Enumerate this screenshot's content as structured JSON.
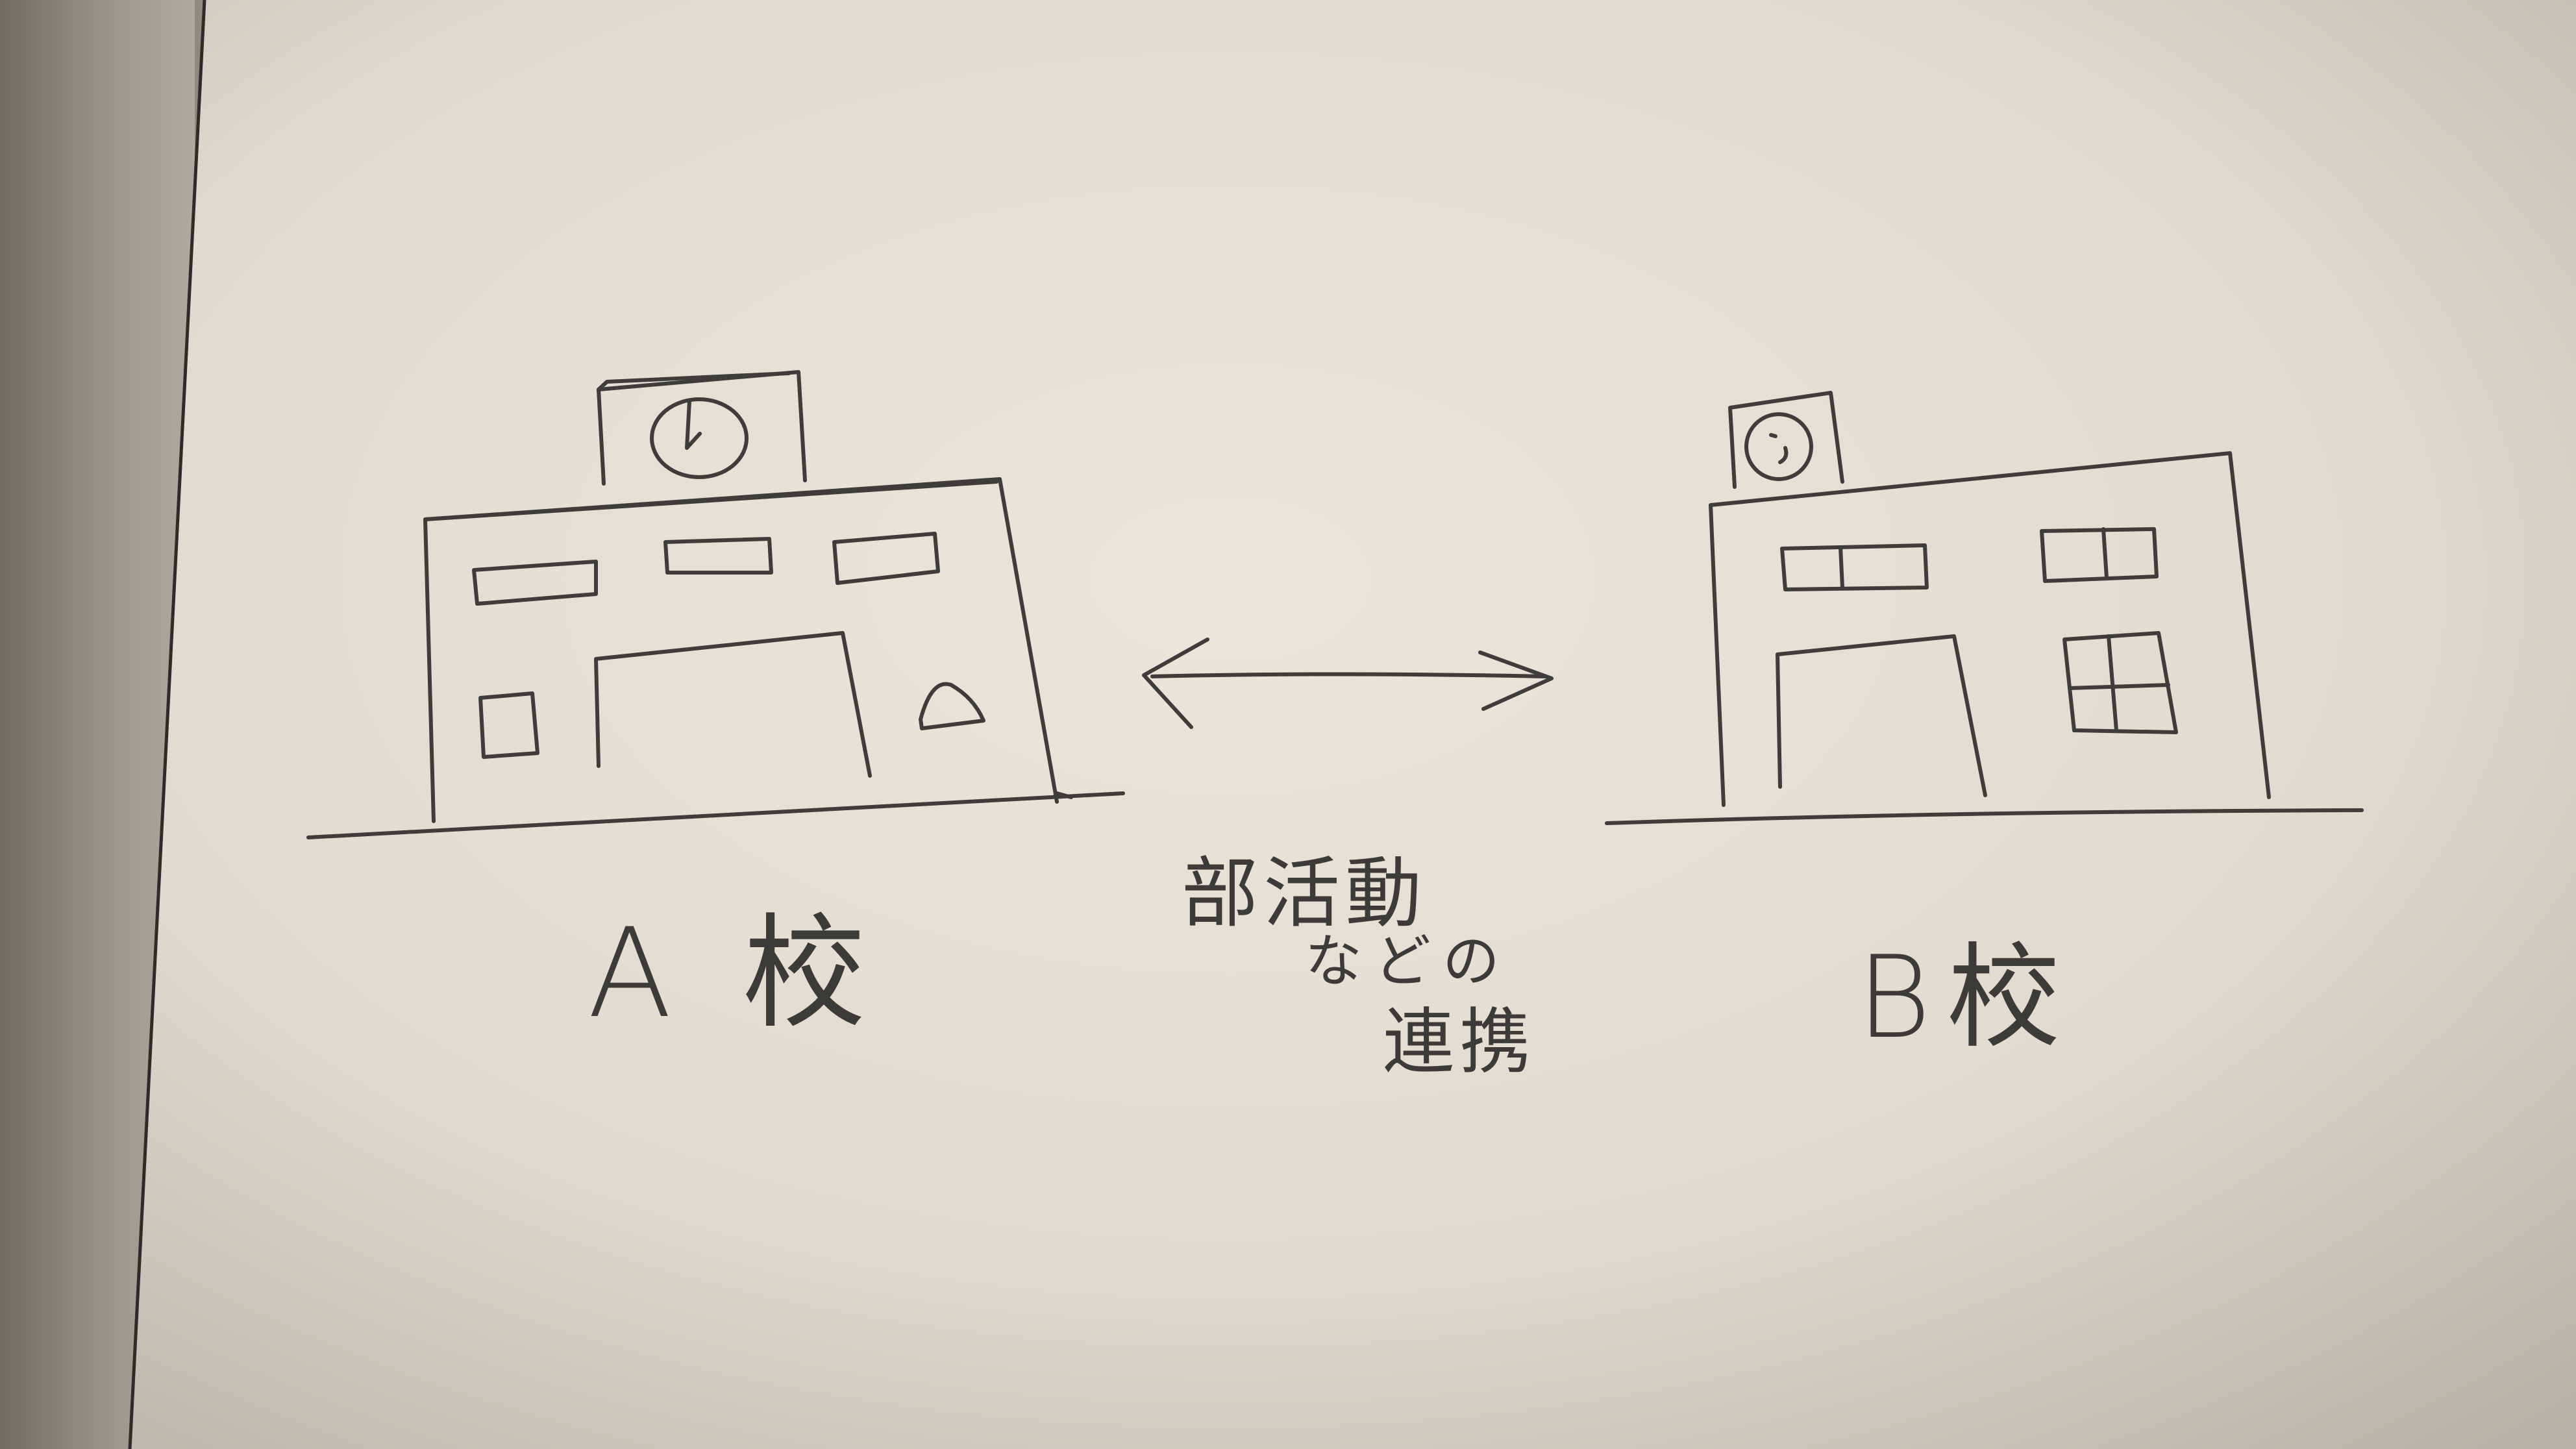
{
  "buildings": [
    {
      "label": "A 校"
    },
    {
      "label": "B校"
    }
  ],
  "caption": {
    "line1": "部活動",
    "line2": "などの",
    "line3": "連携"
  },
  "colors": {
    "paper": "#e6e3d8",
    "ink": "#3f3d3a",
    "shadow": "#8f8b80"
  }
}
